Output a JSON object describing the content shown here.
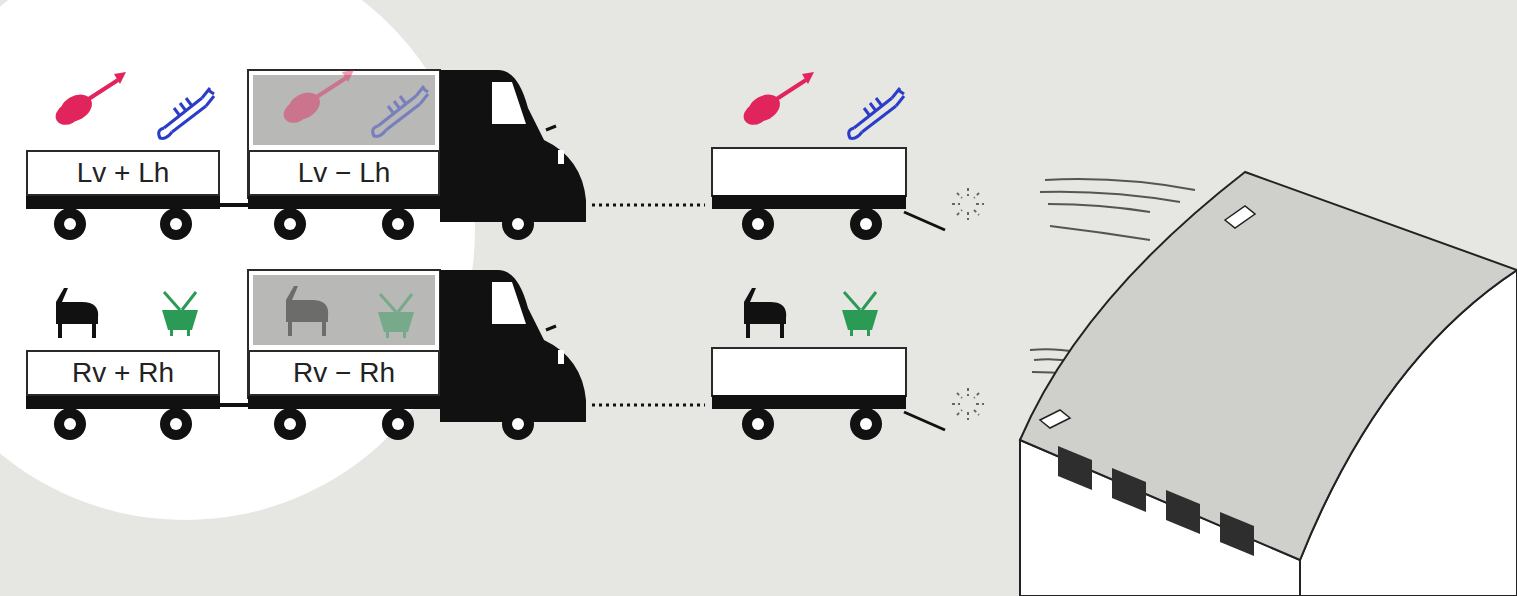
{
  "diagram": {
    "nodes": [
      {
        "text": [
          "Lv + Lh"
        ]
      },
      {
        "text": [
          "Lv − Lh"
        ]
      },
      {
        "text": [
          "Rv + Rh"
        ]
      },
      {
        "text": [
          "Rv − Rh"
        ]
      }
    ]
  }
}
